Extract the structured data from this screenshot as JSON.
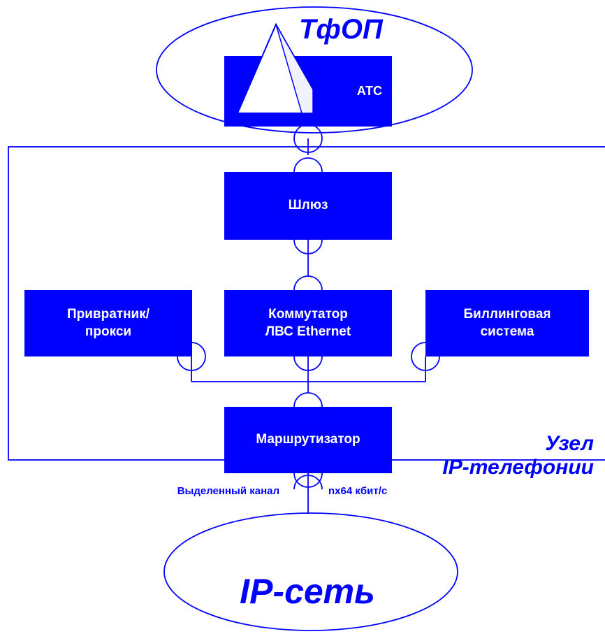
{
  "colors": {
    "accent": "#0000ff",
    "block_text": "#ffffff",
    "background": "#ffffff"
  },
  "pstn": {
    "label": "ТфОП"
  },
  "ats": {
    "label": "АТС"
  },
  "node": {
    "line1": "Узел",
    "line2": "IP-телефонии"
  },
  "gateway": {
    "label": "Шлюз"
  },
  "gatekeeper": {
    "line1": "Привратник/",
    "line2": "прокси"
  },
  "switch": {
    "line1": "Коммутатор",
    "line2": "ЛВС Ethernet"
  },
  "billing": {
    "line1": "Биллинговая",
    "line2": "система"
  },
  "router": {
    "label": "Маршрутизатор"
  },
  "link": {
    "left_label": "Выделенный канал",
    "right_label": "nx64 кбит/с"
  },
  "ip_network": {
    "label": "IP-сеть"
  }
}
